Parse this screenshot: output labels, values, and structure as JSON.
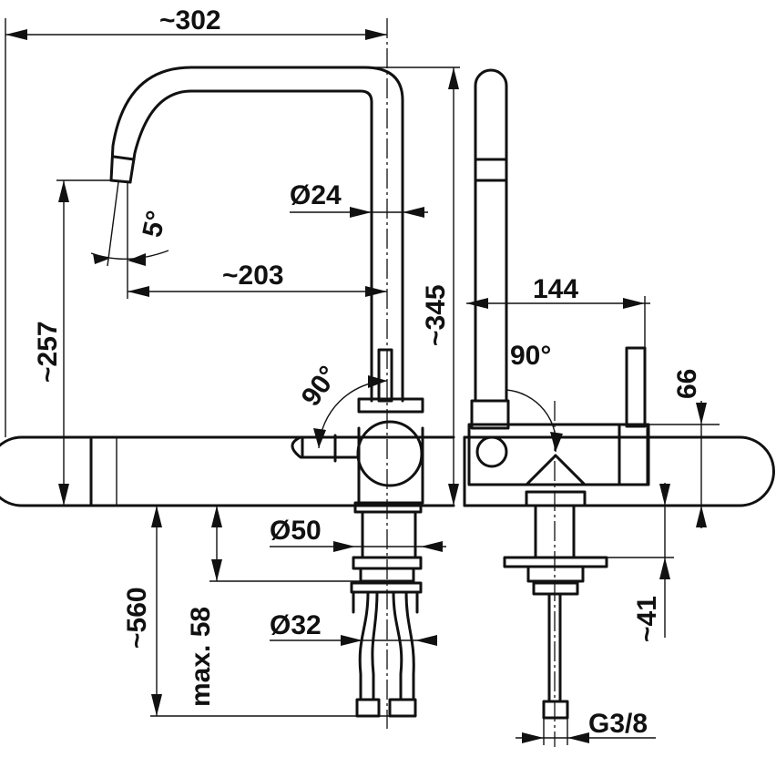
{
  "dimensions": {
    "overall_reach": "~302",
    "spout_diameter": "Ø24",
    "spout_angle": "5°",
    "spout_reach": "~203",
    "spout_height": "~257",
    "lever_angle_left": "90°",
    "total_height": "~345",
    "lever_reach": "144",
    "lever_angle_right": "90°",
    "lever_height": "66",
    "body_diameter": "Ø50",
    "hose_length": "~560",
    "max_thickness": "max. 58",
    "shank_diameter": "Ø32",
    "mount_depth": "~41",
    "thread": "G3/8"
  }
}
